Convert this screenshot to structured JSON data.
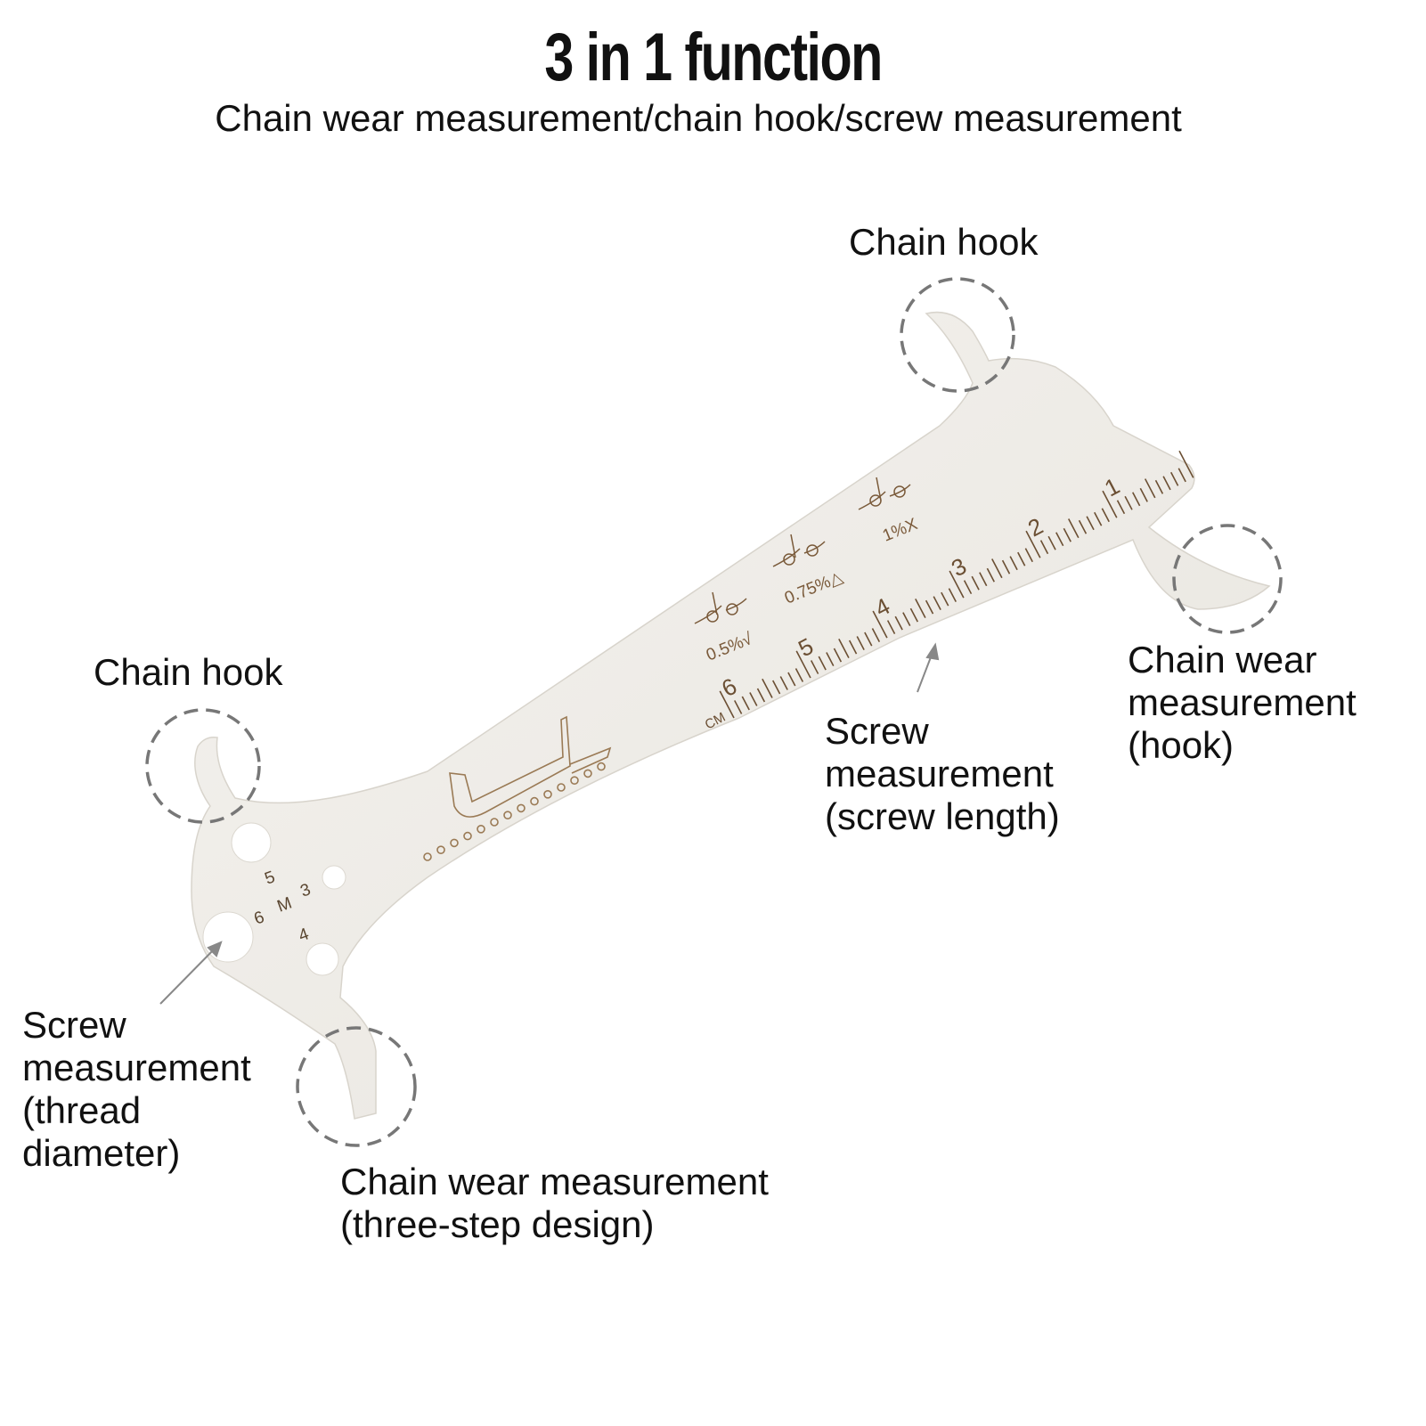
{
  "header": {
    "title": "3 in 1 function",
    "subtitle": "Chain wear measurement/chain hook/screw measurement"
  },
  "callouts": {
    "chain_hook_top": "Chain hook",
    "chain_hook_left": "Chain hook",
    "chain_wear_hook": [
      "Chain wear",
      "measurement",
      "(hook)"
    ],
    "screw_length": [
      "Screw",
      "measurement",
      "(screw length)"
    ],
    "thread_diameter": [
      "Screw",
      "measurement",
      "(thread",
      "diameter)"
    ],
    "three_step": [
      "Chain wear measurement",
      "(three-step design)"
    ]
  },
  "tool": {
    "ruler_unit": "CM",
    "ruler_numbers": [
      "6",
      "5",
      "4",
      "3",
      "2",
      "1"
    ],
    "wear_marks": [
      "0.5%√",
      "0.75%△",
      "1%X"
    ],
    "thread_labels": {
      "m": "M",
      "sizes": [
        "3",
        "4",
        "5",
        "6"
      ]
    },
    "engraving_color": "#7a5a3a",
    "body_color": "#f1efea"
  }
}
